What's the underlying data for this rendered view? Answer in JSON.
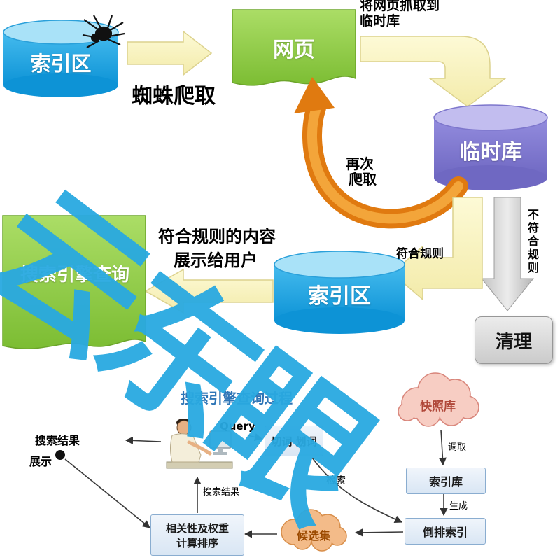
{
  "watermark": {
    "text": "云东眼",
    "color": "#29a9e1"
  },
  "top": {
    "index_db1": "索引区",
    "crawl_label": "蜘蛛爬取",
    "webpage": "网页",
    "grab_line1": "将网页抓取到",
    "grab_line2": "临时库",
    "temp_db": "临时库",
    "recrawl_line1": "再次",
    "recrawl_line2": "爬取",
    "conform": "符合规则",
    "not_conform": "不符合规则",
    "clean": "清理",
    "index_db2": "索引区",
    "show_line1": "符合规则的内容",
    "show_line2": "展示给用户",
    "query_doc": "搜索引擎查询"
  },
  "bottom": {
    "title": "搜索引擎查询过程",
    "query": "Query",
    "segment": "切词 划词",
    "snapshot": "快照库",
    "fetch": "调取",
    "index_store": "索引库",
    "generate": "生成",
    "inverted": "倒排索引",
    "candidate": "候选集",
    "rank_line1": "相关性及权重",
    "rank_line2": "计算排序",
    "retrieve": "检索",
    "result": "搜索结果",
    "display_line1": "搜索结果",
    "display_line2": "展示"
  }
}
